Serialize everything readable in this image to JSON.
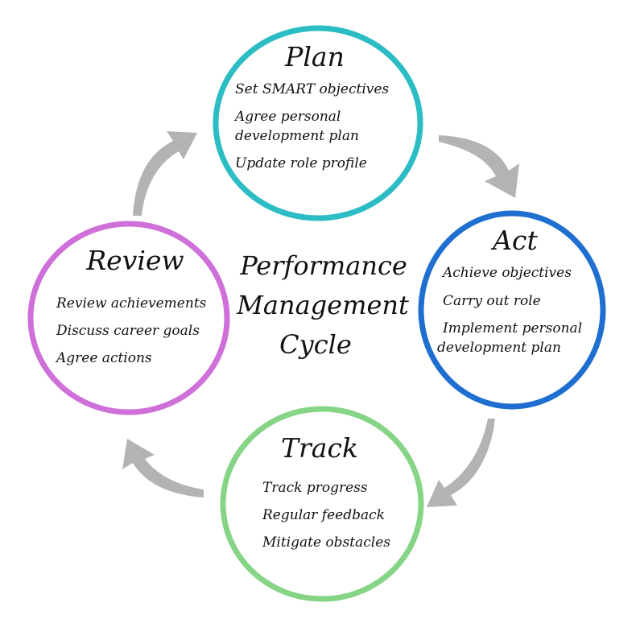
{
  "center_title": {
    "line1": "Performance",
    "line2": "Management",
    "line3": "Cycle"
  },
  "stages": {
    "plan": {
      "title": "Plan",
      "color": "#2bbcc4",
      "items": [
        "Set SMART objectives",
        "Agree personal",
        "development plan",
        "Update role profile"
      ]
    },
    "act": {
      "title": "Act",
      "color": "#1f6fd0",
      "items": [
        "Achieve objectives",
        "Carry out role",
        "Implement personal",
        "development plan"
      ]
    },
    "track": {
      "title": "Track",
      "color": "#86d586",
      "items": [
        "Track progress",
        "Regular feedback",
        "Mitigate obstacles"
      ]
    },
    "review": {
      "title": "Review",
      "color": "#cf6fd9",
      "items": [
        "Review achievements",
        "Discuss career goals",
        "Agree actions"
      ]
    }
  },
  "arrow_color": "#b3b3b3"
}
